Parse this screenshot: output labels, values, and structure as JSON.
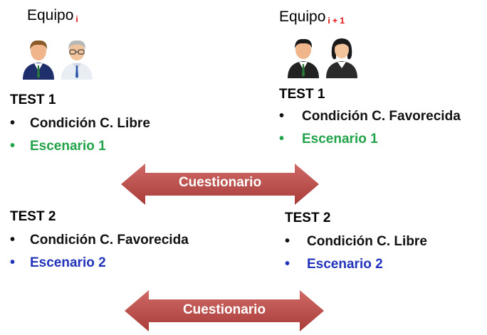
{
  "left_team": {
    "label": "Equipo",
    "subscript": "i",
    "test1": {
      "title": "TEST 1",
      "condition": "Condición C. Libre",
      "scenario": "Escenario 1"
    },
    "test2": {
      "title": "TEST 2",
      "condition": "Condición C. Favorecida",
      "scenario": "Escenario 2"
    }
  },
  "right_team": {
    "label": "Equipo",
    "subscript": "i + 1",
    "test1": {
      "title": "TEST 1",
      "condition": "Condición C. Favorecida",
      "scenario": "Escenario 1"
    },
    "test2": {
      "title": "TEST 2",
      "condition": "Condición C. Libre",
      "scenario": "Escenario 2"
    }
  },
  "arrows": [
    {
      "label": "Cuestionario"
    },
    {
      "label": "Cuestionario"
    }
  ],
  "bullet_char": "•",
  "colors": {
    "green": "#22a34a",
    "blue": "#2233bb",
    "arrow": "#b94a48",
    "subscript": "#e01010"
  }
}
